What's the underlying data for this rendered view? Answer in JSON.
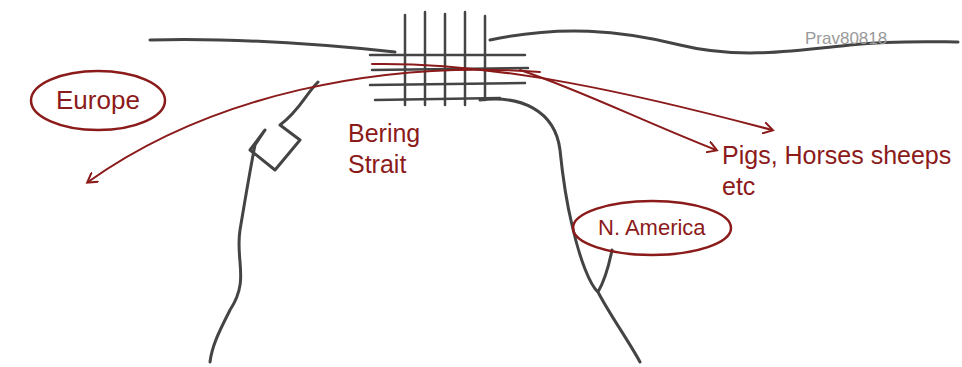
{
  "diagram": {
    "nodes": [
      {
        "text": [
          "Europe"
        ]
      },
      {
        "text": [
          "N. America"
        ]
      }
    ],
    "labels": [
      "Bering Strait",
      "Pigs, Horses sheeps etc",
      "Prav80818"
    ]
  }
}
